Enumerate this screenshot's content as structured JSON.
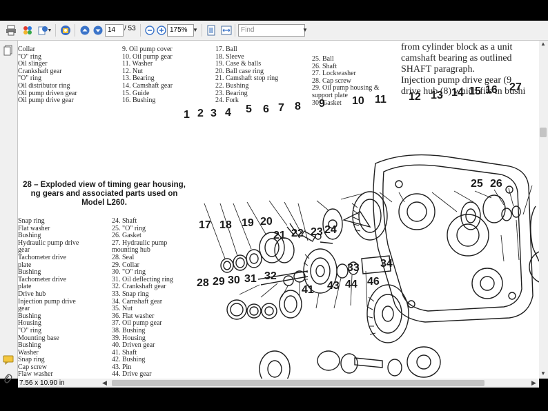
{
  "toolbar": {
    "page_current": "14",
    "page_total": "/ 53",
    "zoom": "175%",
    "find_placeholder": "Find"
  },
  "status": {
    "page_size": "7.56 x 10.90 in"
  },
  "document": {
    "top_list_col1": [
      "Collar",
      "\"O\" ring",
      "Oil slinger",
      "Crankshaft gear",
      "\"O\" ring",
      "Oil distributor ring",
      "Oil pump driven gear",
      "Oil pump drive gear"
    ],
    "top_list_col2": [
      "9. Oil pump cover",
      "10. Oil pump gear",
      "11. Washer",
      "12. Nut",
      "13. Bearing",
      "14. Camshaft gear",
      "15. Guide",
      "16. Bushing"
    ],
    "top_list_col3": [
      "17. Ball",
      "18. Sleeve",
      "19. Case & balls",
      "20. Ball case ring",
      "21. Camshaft stop ring",
      "22. Bushing",
      "23. Bearing",
      "24. Fork"
    ],
    "top_list_col4": [
      "25. Ball",
      "26. Shaft",
      "27. Lockwasher",
      "28. Cap screw",
      "29. Oil pump housing &",
      "support plate",
      "30. Gasket"
    ],
    "body_text": [
      "from cylinder block as a unit",
      "camshaft bearing as outlined",
      "SHAFT paragraph.",
      "Injection pump drive gear (9",
      "drive hub (8) which fits in bushi"
    ],
    "caption": [
      "28 – Exploded view of timing gear housing,",
      "ng gears and associated parts used on",
      "Model L260."
    ],
    "lower_list_col1": [
      "Snap ring",
      "Flat washer",
      "Bushing",
      "Hydraulic pump drive",
      "gear",
      "Tachometer drive",
      "plate",
      "Bushing",
      "Tachometer drive",
      "plate",
      "Drive hub",
      "Injection pump drive",
      "gear",
      "Bushing",
      "Housing",
      "\"O\" ring",
      "Mounting base",
      "Bushing",
      "Washer",
      "Snap ring",
      "Cap screw",
      "Flaw washer"
    ],
    "lower_list_col2": [
      "24. Shaft",
      "25. \"O\" ring",
      "26. Gasket",
      "27. Hydraulic pump",
      "mounting hub",
      "28. Seal",
      "29. Collar",
      "30. \"O\" ring",
      "31. Oil deflecting ring",
      "32. Crankshaft gear",
      "33. Snap ring",
      "34. Camshaft gear",
      "35. Nut",
      "36. Flat washer",
      "37. Oil pump gear",
      "38. Bushing",
      "39. Housing",
      "40. Driven gear",
      "41. Shaft",
      "42. Bushing",
      "43. Pin",
      "44. Drive gear"
    ],
    "callouts": [
      "1",
      "2",
      "3",
      "4",
      "5",
      "6",
      "7",
      "8",
      "9",
      "10",
      "11",
      "12",
      "13",
      "14",
      "15",
      "16",
      "27",
      "17",
      "18",
      "19",
      "20",
      "21",
      "22",
      "23",
      "24",
      "25",
      "26",
      "28",
      "29",
      "30",
      "31",
      "32",
      "33",
      "34",
      "41",
      "43",
      "44",
      "46"
    ]
  }
}
